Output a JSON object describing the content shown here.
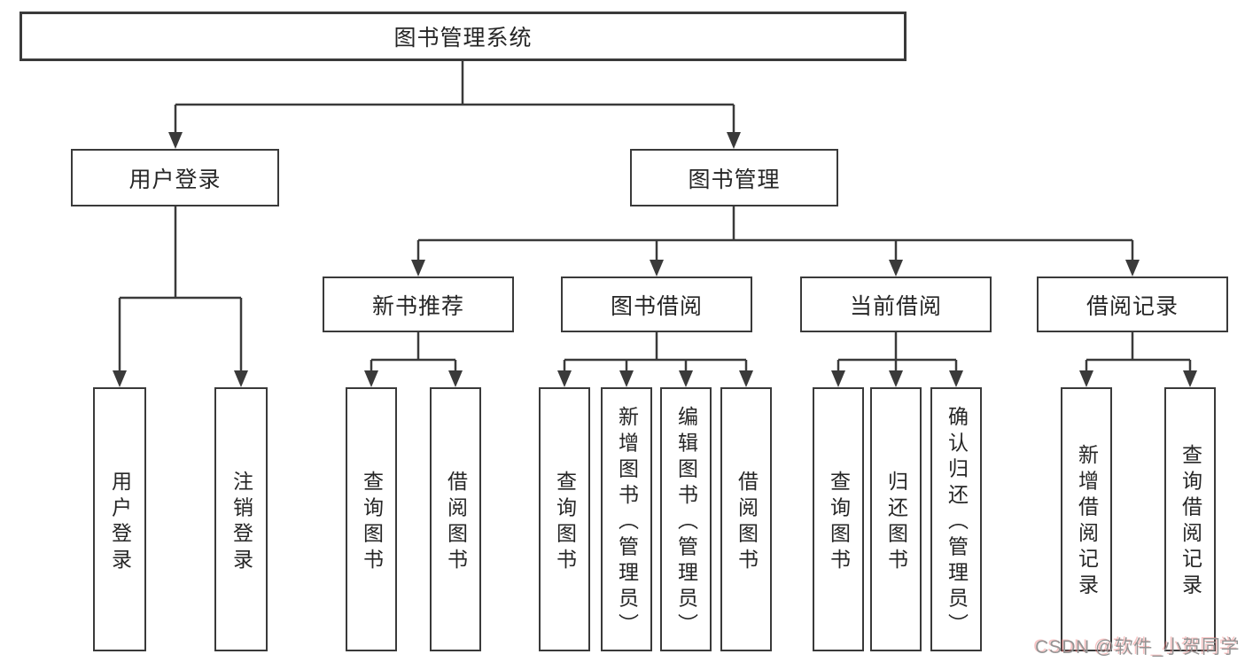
{
  "colors": {
    "line": "#3a3a3a",
    "text": "#262626",
    "background": "#ffffff",
    "watermark": "#949494"
  },
  "watermark": {
    "text": "CSDN @软件_小贺同学"
  },
  "tree": {
    "root": {
      "label": "图书管理系统",
      "children": [
        {
          "label": "用户登录",
          "children": [
            {
              "label": "用户登录"
            },
            {
              "label": "注销登录"
            }
          ]
        },
        {
          "label": "图书管理",
          "children": [
            {
              "label": "新书推荐",
              "children": [
                {
                  "label": "查询图书"
                },
                {
                  "label": "借阅图书"
                }
              ]
            },
            {
              "label": "图书借阅",
              "children": [
                {
                  "label": "查询图书"
                },
                {
                  "label": "新增图书（管理员）"
                },
                {
                  "label": "编辑图书（管理员）"
                },
                {
                  "label": "借阅图书"
                }
              ]
            },
            {
              "label": "当前借阅",
              "children": [
                {
                  "label": "查询图书"
                },
                {
                  "label": "归还图书"
                },
                {
                  "label": "确认归还（管理员）"
                }
              ]
            },
            {
              "label": "借阅记录",
              "children": [
                {
                  "label": "新增借阅记录"
                },
                {
                  "label": "查询借阅记录"
                }
              ]
            }
          ]
        }
      ]
    }
  }
}
